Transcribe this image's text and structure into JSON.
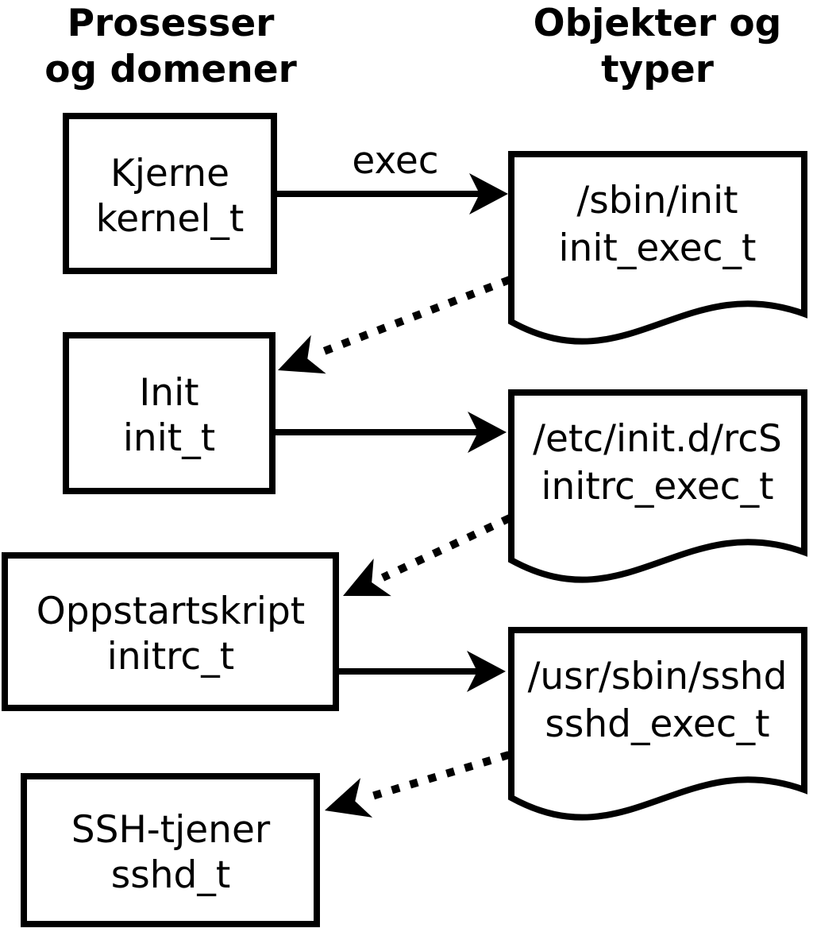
{
  "columns": {
    "left": {
      "line1": "Prosesser",
      "line2": "og domener"
    },
    "right": {
      "line1": "Objekter og",
      "line2": "typer"
    }
  },
  "processes": [
    {
      "label": "Kjerne",
      "domain": "kernel_t"
    },
    {
      "label": "Init",
      "domain": "init_t"
    },
    {
      "label": "Oppstartskript",
      "domain": "initrc_t"
    },
    {
      "label": "SSH-tjener",
      "domain": "sshd_t"
    }
  ],
  "objects": [
    {
      "path": "/sbin/init",
      "type": "init_exec_t"
    },
    {
      "path": "/etc/init.d/rcS",
      "type": "initrc_exec_t"
    },
    {
      "path": "/usr/sbin/sshd",
      "type": "sshd_exec_t"
    }
  ],
  "labels": {
    "exec": "exec"
  },
  "colors": {
    "ink": "#000000",
    "background": "#ffffff"
  }
}
